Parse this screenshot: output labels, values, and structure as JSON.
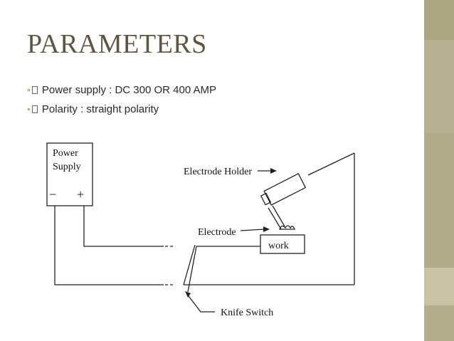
{
  "slide": {
    "title": "PARAMETERS",
    "bullets": [
      "Power supply : DC 300 OR 400 AMP",
      "Polarity : straight polarity"
    ],
    "bullet_glyph": "•",
    "accent_color": "#b4ae8e",
    "title_color": "#5e5640"
  },
  "diagram": {
    "power_supply_line1": "Power",
    "power_supply_line2": "Supply",
    "minus_terminal": "−",
    "plus_terminal": "+",
    "electrode_holder_label": "Electrode Holder",
    "electrode_label": "Electrode",
    "work_label": "work",
    "knife_switch_label": "Knife Switch"
  }
}
